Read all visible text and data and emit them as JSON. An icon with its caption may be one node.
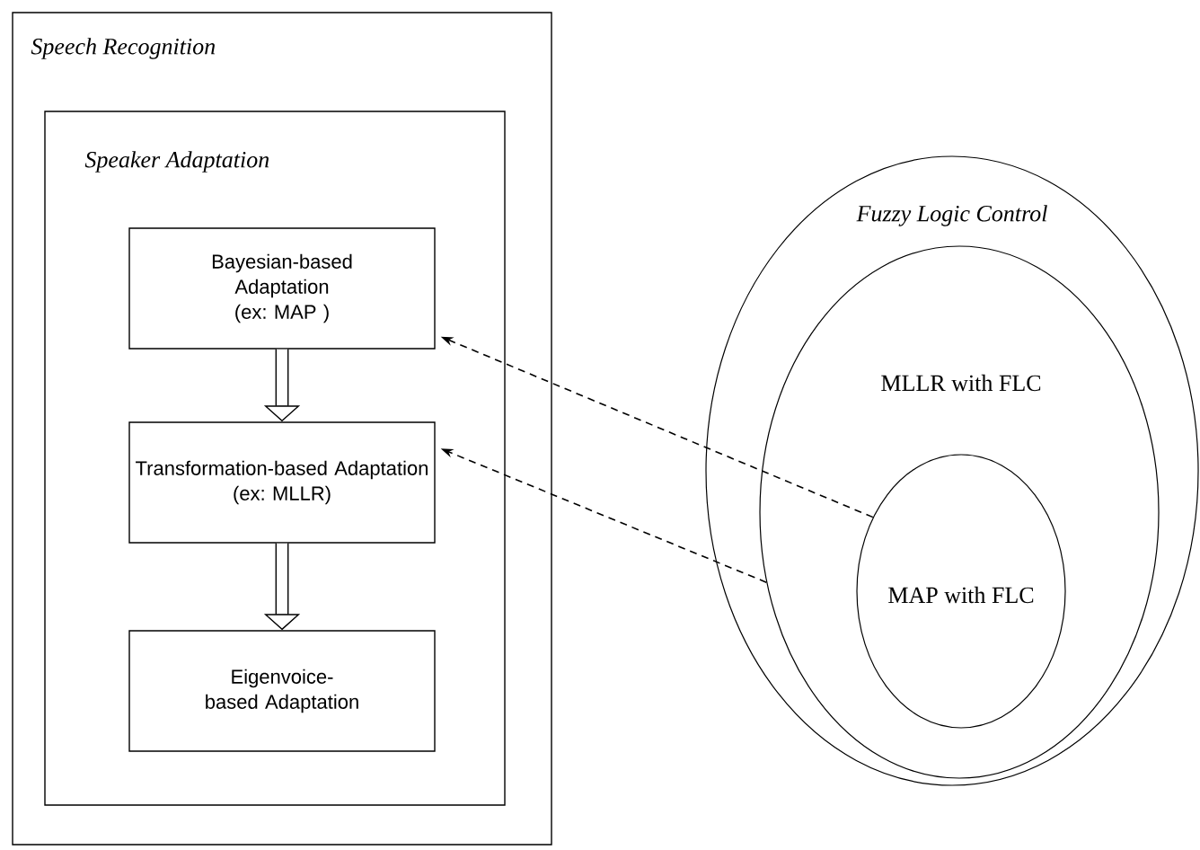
{
  "diagram": {
    "nodes": [
      {
        "text": [
          "Speech Recognition"
        ]
      },
      {
        "text": [
          "Speaker Adaptation"
        ],
        "in": 0
      },
      {
        "text": [
          "Bayesian-based Adaptation",
          "(ex: MAP )"
        ],
        "in": 1
      },
      {
        "text": [
          "Transformation-based Adaptation",
          "(ex: MLLR)"
        ],
        "in": 1
      },
      {
        "text": [
          "Eigenvoice-based Adaptation"
        ],
        "in": 1
      },
      {
        "text": [
          "Fuzzy Logic Control"
        ]
      },
      {
        "text": [
          "MLLR with FLC"
        ],
        "in": 5
      },
      {
        "text": [
          "MAP with FLC"
        ],
        "in": 6
      }
    ],
    "edges": [
      {
        "from": 2,
        "to": 3,
        "arrow": "to",
        "style": "thick"
      },
      {
        "from": 3,
        "to": 4,
        "arrow": "to",
        "style": "thick"
      },
      {
        "from": 7,
        "to": 2,
        "arrow": "to",
        "style": "dashed"
      },
      {
        "from": 6,
        "to": 3,
        "arrow": "to",
        "style": "dashed"
      }
    ]
  }
}
